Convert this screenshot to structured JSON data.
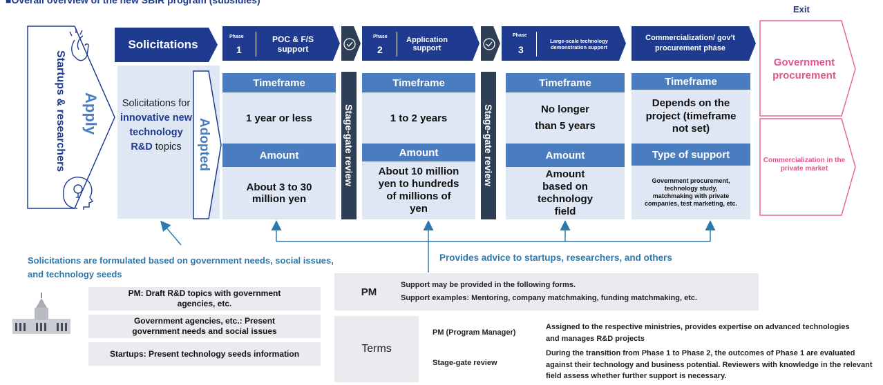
{
  "top_title": "■Overall overview of the new SBIR program (subsidies)",
  "exit_label": "Exit",
  "left": {
    "vertical_label": "Startups & researchers",
    "apply": "Apply"
  },
  "solicitations_header": "Solicitations",
  "solicitations_text_1": "Solicitations for",
  "solicitations_text_2": "innovative new technology R&D",
  "solicitations_text_3": "topics",
  "adopted": "Adopted",
  "phases": [
    {
      "phase_word": "Phase",
      "num": "1",
      "name": "POC & F/S support",
      "timeframe_label": "Timeframe",
      "timeframe": "1 year or less",
      "amount_label": "Amount",
      "amount": "About 3 to 30 million yen"
    },
    {
      "phase_word": "Phase",
      "num": "2",
      "name": "Application support",
      "timeframe_label": "Timeframe",
      "timeframe": "1 to 2 years",
      "amount_label": "Amount",
      "amount": "About 10 million yen to hundreds of millions of yen"
    },
    {
      "phase_word": "Phase",
      "num": "3",
      "name": "Large-scale technology demonstration support",
      "timeframe_label": "Timeframe",
      "timeframe": "No longer than 5 years",
      "amount_label": "Amount",
      "amount": "Amount based on technology field"
    }
  ],
  "gate_label": "Stage-gate review",
  "commercial": {
    "header": "Commercialization/ gov't procurement phase",
    "timeframe_label": "Timeframe",
    "timeframe": "Depends on the project (timeframe not set)",
    "support_label": "Type of support",
    "support": "Government procurement, technology study, matchmaking with private companies, test marketing, etc."
  },
  "exit_gov": "Government procurement",
  "exit_private": "Commercialization in the private market",
  "formulated_note": "Solicitations are formulated based on government needs, social issues, and technology seeds",
  "advice_note": "Provides advice to startups, researchers, and others",
  "gov_boxes": [
    "PM: Draft R&D topics with government agencies, etc.",
    "Government agencies, etc.: Present government needs and social issues",
    "Startups: Present technology seeds information"
  ],
  "pm_box": {
    "label": "PM",
    "line1": "Support may be provided in the following forms.",
    "line2": "Support examples: Mentoring, company matchmaking, funding matchmaking, etc."
  },
  "terms": {
    "label": "Terms",
    "items": [
      {
        "term": "PM (Program Manager)",
        "desc": "Assigned to the respective ministries, provides expertise on advanced technologies and manages R&D projects"
      },
      {
        "term": "Stage-gate review",
        "desc": "During the transition from Phase 1 to Phase 2, the outcomes of Phase 1 are evaluated against their technology and business potential. Reviewers with knowledge in the relevant field assess whether further support is necessary."
      }
    ]
  }
}
